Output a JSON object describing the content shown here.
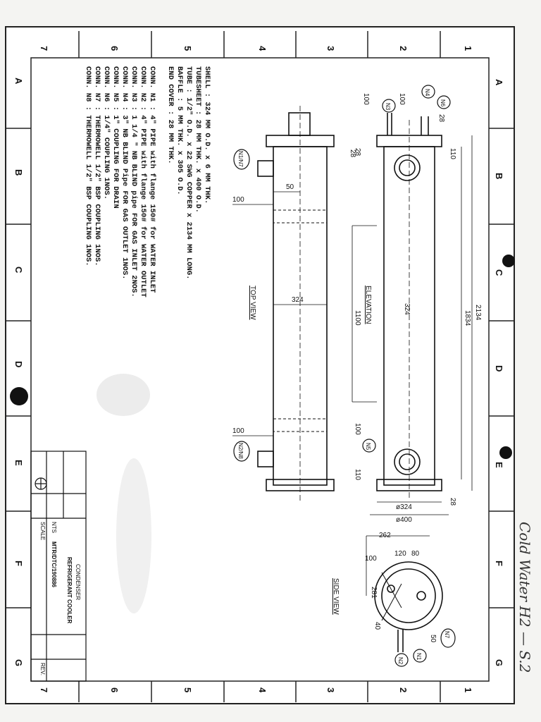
{
  "grid": {
    "columns": [
      "1",
      "2",
      "3",
      "4",
      "5",
      "6",
      "7"
    ],
    "rows": [
      "A",
      "B",
      "C",
      "D",
      "E",
      "F",
      "G"
    ]
  },
  "views": {
    "elevation": {
      "label": "ELEVATION",
      "len_total": "2134",
      "len_shell": "1834",
      "dia": "324",
      "flange_inner": "ø324",
      "flange_outer": "ø400",
      "d100a": "100",
      "d100b": "100",
      "d28a": "28",
      "d28b": "28",
      "d110a": "110",
      "d110b": "110",
      "d1100": "1100",
      "d100c": "100",
      "d100d": "100",
      "d28c": "28"
    },
    "top": {
      "label": "TOP VIEW",
      "dia": "324",
      "d50": "50",
      "d100a": "100",
      "d100b": "100",
      "d28": "28"
    },
    "side": {
      "label": "SIDE VIEW",
      "d262": "262",
      "d120": "120",
      "d80": "80",
      "d100": "100",
      "d281": "281",
      "d40": "40",
      "d50": "50"
    }
  },
  "nozzles": {
    "n1": "N1",
    "n2": "N2",
    "n3": "N3",
    "n4": "N4",
    "n5": "N5",
    "n6": "N6",
    "n7": "N7",
    "n8": "N8",
    "n1n7": "N1/N7",
    "n2n8": "N2/N8"
  },
  "specs": [
    "SHELL         : 324 MM O.D. x 6 MM THK.",
    "TUBESHEET : 28 MM THK. x 400 O.D.",
    "TUBE           : 1/2\" O.D. x 22 SWG COPPER x 2134 MM LONG.",
    "BAFFLE        : 5 MM THK. x 305 O.D.",
    "END COVER : 28 MM THK.",
    "",
    "CONN. N1 : 4\" PIPE with flange 150# for WATER INLET",
    "CONN. N2 : 4\" PIPE with flange 150# for WATER OUTLET",
    "CONN. N3 : 1 1/4 \" NB BLIND pipe FOR GAS INLET 2NOS.",
    "CONN. N4 : 3\" NB BLIND Pipe FOR GAS OUTLET 1NOS.",
    "CONN. N5 : 1\" COUPLING FOR DRAIN",
    "CONN. N6 : 1/4\" COUPLING 1NOS.",
    "CONN. N7 : THERMOWELL 1/2\" BSP COUPLING  1NOS.",
    "CONN. N8 : THERMOWELL 1/2\" BSP COUPLING  1NOS."
  ],
  "title_block": {
    "title": "REFRIGERANT COOLER",
    "subtitle": "CONDENSER",
    "dwg_no": "MTR/DTC/190886",
    "scale": "SCALE",
    "nts": "NTS",
    "rev": "REV."
  },
  "handwriting": {
    "note": "Cold Water H2 — S.2"
  }
}
